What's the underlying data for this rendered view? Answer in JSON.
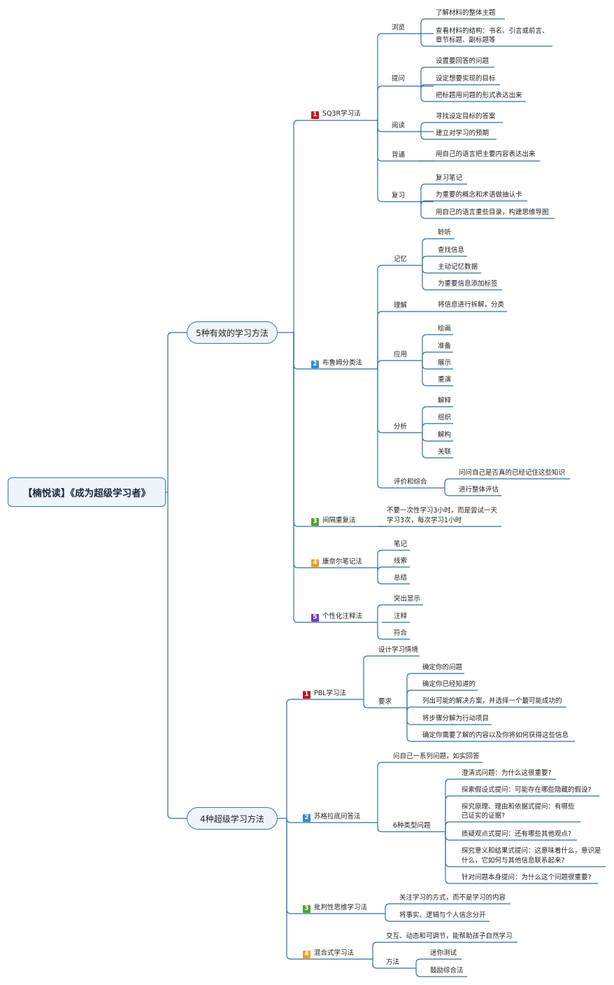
{
  "root": "【楠悦读】《成为超级学习者》",
  "colors": {
    "line": "#2f6fa3",
    "badge1": "#c8151b",
    "badge2": "#2f8ad6",
    "badge3": "#4ea12c",
    "badge4": "#f0a11a",
    "badge5": "#7b38c8"
  },
  "b1": {
    "title": "5种有效的学习方法",
    "m1": {
      "badge": "1",
      "title": "SQ3R学习法",
      "c1": {
        "label": "浏览",
        "l1": "了解材料的整体主题",
        "l2a": "查看材料的结构：书名、引言或前言、",
        "l2b": "章节标题、副标题等"
      },
      "c2": {
        "label": "提问",
        "l1": "设置要回答的问题",
        "l2": "设定想要实现的目标",
        "l3": "把标题用问题的形式表达出来"
      },
      "c3": {
        "label": "阅读",
        "l1": "寻找设定目标的答案",
        "l2": "建立对学习的预期"
      },
      "c4": {
        "label": "背诵",
        "l1": "用自己的语言把主要内容表达出来"
      },
      "c5": {
        "label": "复习",
        "l1": "复习笔记",
        "l2": "为重要的概念和术语做抽认卡",
        "l3": "用自己的语言重些目录，构建思维导图"
      }
    },
    "m2": {
      "badge": "2",
      "title": "布鲁姆分类法",
      "c1": {
        "label": "记忆",
        "l1": "聆听",
        "l2": "查找信息",
        "l3": "主动记忆数据",
        "l4": "为重要信息添加标签"
      },
      "c2": {
        "label": "理解",
        "l1": "将信息进行拆解，分类"
      },
      "c3": {
        "label": "应用",
        "l1": "绘画",
        "l2": "准备",
        "l3": "展示",
        "l4": "重演"
      },
      "c4": {
        "label": "分析",
        "l1": "解释",
        "l2": "组织",
        "l3": "解构",
        "l4": "关联"
      },
      "c5": {
        "label": "评价和综合",
        "l1": "问问自己是否真的已经记住这些知识",
        "l2": "进行整体评估"
      }
    },
    "m3": {
      "badge": "3",
      "title": "间隔重复法",
      "ta": "不要一次性学习3小时，而是尝试一天",
      "tb": "学习3次，每次学习1小时"
    },
    "m4": {
      "badge": "4",
      "title": "康奈尔笔记法",
      "l1": "笔记",
      "l2": "线索",
      "l3": "总结"
    },
    "m5": {
      "badge": "5",
      "title": "个性化注释法",
      "l1": "突出显示",
      "l2": "注释",
      "l3": "符合"
    }
  },
  "b2": {
    "title": "4种超级学习方法",
    "m1": {
      "badge": "1",
      "title": "PBL学习法",
      "c1": "设计学习情境",
      "c2": {
        "label": "要求",
        "l1": "确定你的问题",
        "l2": "确定你已经知道的",
        "l3": "列出可能的解决方案，并选择一个最可能成功的",
        "l4": "将步骤分解为行动项目",
        "l5": "确定你需要了解的内容以及你将如何获得这些信息"
      }
    },
    "m2": {
      "badge": "2",
      "title": "苏格拉底问答法",
      "c1": "问自己一系列问题，如实回答",
      "c2": {
        "label": "6种类型问题",
        "l1": "澄清式问题：为什么这很重要?",
        "l2": "探索假设式提问：可能存在哪些隐藏的假设?",
        "l3a": "探究原理、理由和依据式提问：有哪些",
        "l3b": "已证实的证据?",
        "l4": "质疑观点式提问：还有哪些其他观点?",
        "l5a": "探究意义和结果式提问：这意味着什么，意识是",
        "l5b": "什么，它如何与其他信息联系起来?",
        "l6": "针对问题本身提问：为什么这个问题很重要?"
      }
    },
    "m3": {
      "badge": "3",
      "title": "批判性思维学习法",
      "l1": "关注学习的方式，而不是学习的内容",
      "l2": "将事实、逻辑与个人信念分开"
    },
    "m4": {
      "badge": "4",
      "title": "混合式学习法",
      "c1": "交互、动态和可调节，能帮助孩子自然学习",
      "c2": {
        "label": "方法",
        "l1": "迷你测试",
        "l2": "鼓励综合法"
      }
    }
  }
}
